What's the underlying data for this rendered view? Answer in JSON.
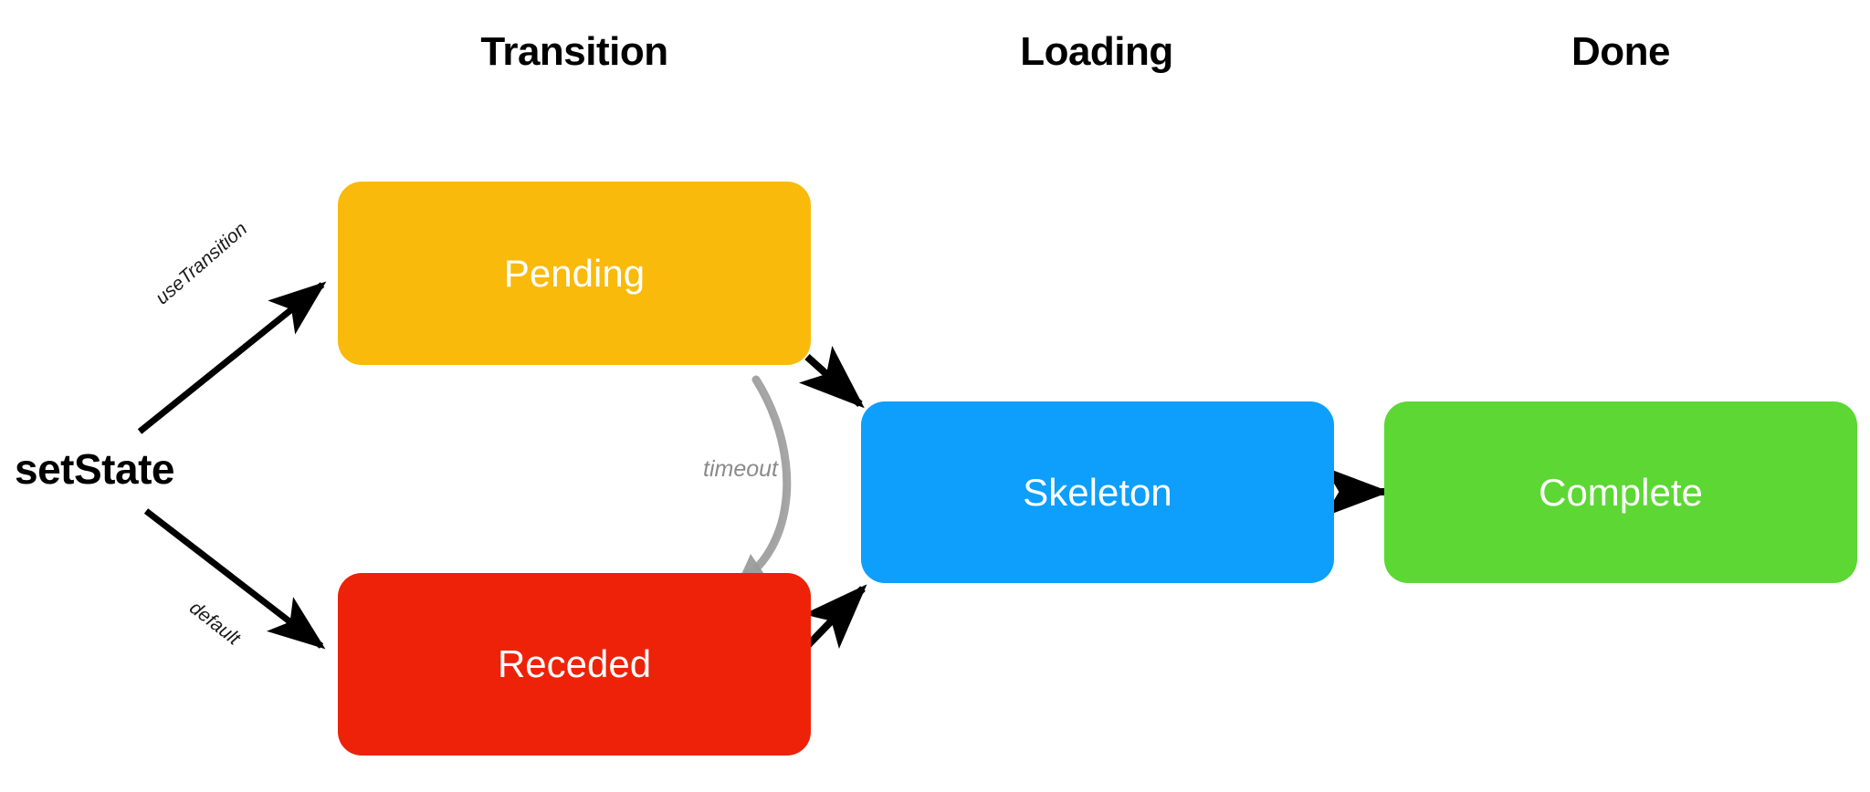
{
  "diagram": {
    "title_columns": [
      {
        "id": "transition",
        "label": "Transition"
      },
      {
        "id": "loading",
        "label": "Loading"
      },
      {
        "id": "done",
        "label": "Done"
      }
    ],
    "entry": {
      "label": "setState"
    },
    "nodes": [
      {
        "id": "pending",
        "label": "Pending",
        "color": "#F9BA0B",
        "column": "Transition"
      },
      {
        "id": "receded",
        "label": "Receded",
        "color": "#EE2209",
        "column": "Transition"
      },
      {
        "id": "skeleton",
        "label": "Skeleton",
        "color": "#0D9FFB",
        "column": "Loading"
      },
      {
        "id": "complete",
        "label": "Complete",
        "color": "#5DD734",
        "column": "Done"
      }
    ],
    "edges": [
      {
        "id": "setstate-to-pending",
        "from": "setState",
        "to": "Pending",
        "label": "useTransition",
        "style": "solid-black"
      },
      {
        "id": "setstate-to-receded",
        "from": "setState",
        "to": "Receded",
        "label": "default",
        "style": "solid-black"
      },
      {
        "id": "pending-to-receded",
        "from": "Pending",
        "to": "Receded",
        "label": "timeout",
        "style": "curved-gray-sketch"
      },
      {
        "id": "pending-to-skeleton",
        "from": "Pending",
        "to": "Skeleton",
        "label": "",
        "style": "solid-black"
      },
      {
        "id": "receded-to-skeleton",
        "from": "Receded",
        "to": "Skeleton",
        "label": "",
        "style": "solid-black"
      },
      {
        "id": "skeleton-to-complete",
        "from": "Skeleton",
        "to": "Complete",
        "label": "",
        "style": "solid-black"
      }
    ],
    "colors": {
      "background": "#FFFFFF",
      "arrow_black": "#000000",
      "arrow_gray": "#9B9B9B",
      "text_on_node": "#FFFFFF",
      "text_heading": "#000000",
      "text_timeout": "#8A8A8A"
    }
  }
}
